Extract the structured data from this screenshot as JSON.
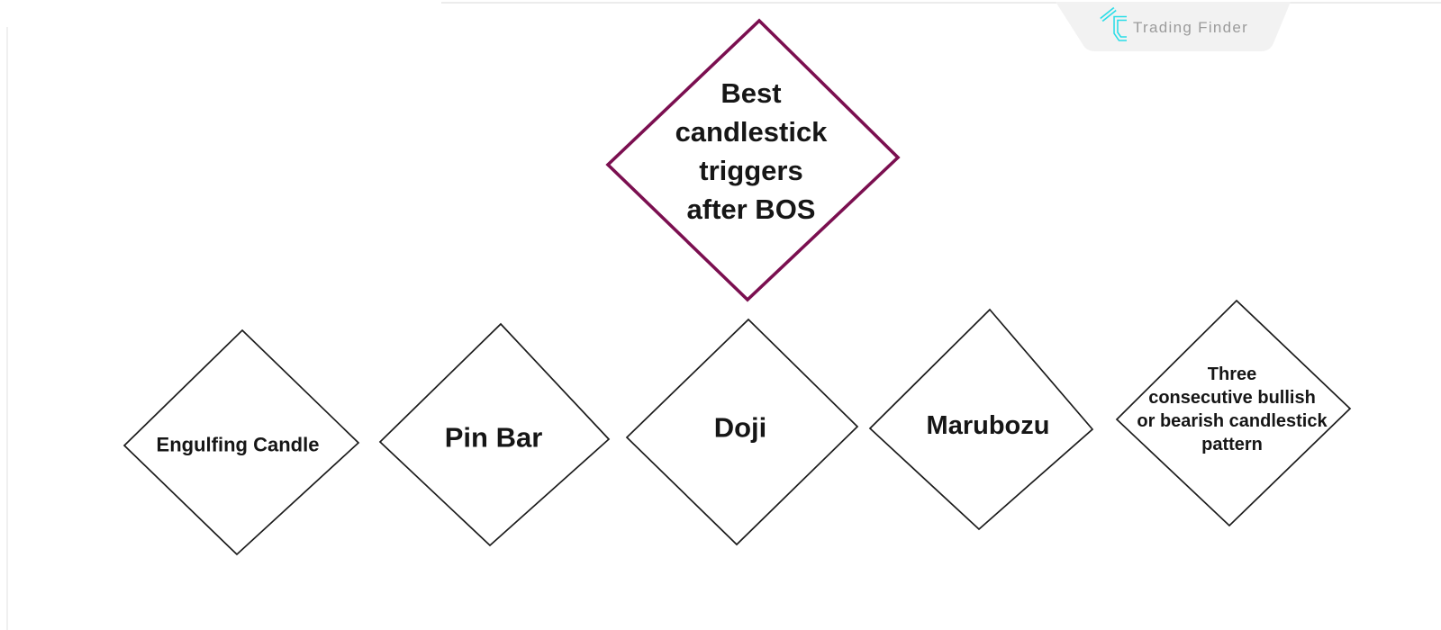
{
  "page": {
    "background_color": "#ffffff",
    "border_color": "#ececec"
  },
  "brand": {
    "name": "Trading Finder",
    "badge_color": "#f2f2f2",
    "logo_color": "#29dde7",
    "name_color": "#9b9b9b"
  },
  "diagram": {
    "title_node": {
      "label": "Best\ncandlestick\ntriggers\nafter BOS",
      "shape": "diamond",
      "border_color": "#7b0f50",
      "text_color": "#161616"
    },
    "nodes": [
      {
        "label": "Engulfing Candle",
        "shape": "diamond",
        "border_color": "#1b1b1b"
      },
      {
        "label": "Pin Bar",
        "shape": "diamond",
        "border_color": "#1b1b1b"
      },
      {
        "label": "Doji",
        "shape": "diamond",
        "border_color": "#1b1b1b"
      },
      {
        "label": "Marubozu",
        "shape": "diamond",
        "border_color": "#1b1b1b"
      },
      {
        "label": "Three\nconsecutive bullish\nor bearish candlestick\npattern",
        "shape": "diamond",
        "border_color": "#1b1b1b"
      }
    ]
  }
}
